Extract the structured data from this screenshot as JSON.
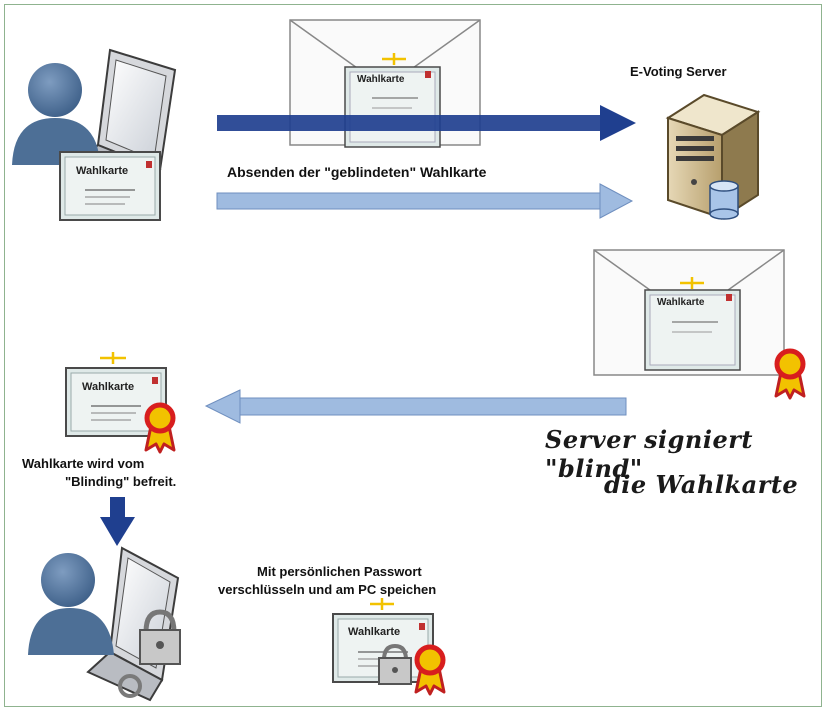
{
  "server": {
    "title": "E-Voting Server"
  },
  "steps": {
    "send_label": "Absenden der \"geblindeten\" Wahlkarte",
    "sign_label_line1": "Server signiert \"blind\"",
    "sign_label_line2": "die Wahlkarte",
    "unblind_line1": "Wahlkarte wird vom",
    "unblind_line2": "\"Blinding\" befreit.",
    "save_line1": "Mit persönlichen Passwort",
    "save_line2": "verschlüsseln und am PC speichen"
  },
  "card": {
    "title": "Wahlkarte"
  },
  "colors": {
    "dark_arrow": "#1f3f8f",
    "light_arrow": "#9fbbe0",
    "person": "#4d6f96",
    "card_bg": "#dfe9e8",
    "seal": "#d81e1e",
    "seal_ribbon": "#f2c200"
  }
}
